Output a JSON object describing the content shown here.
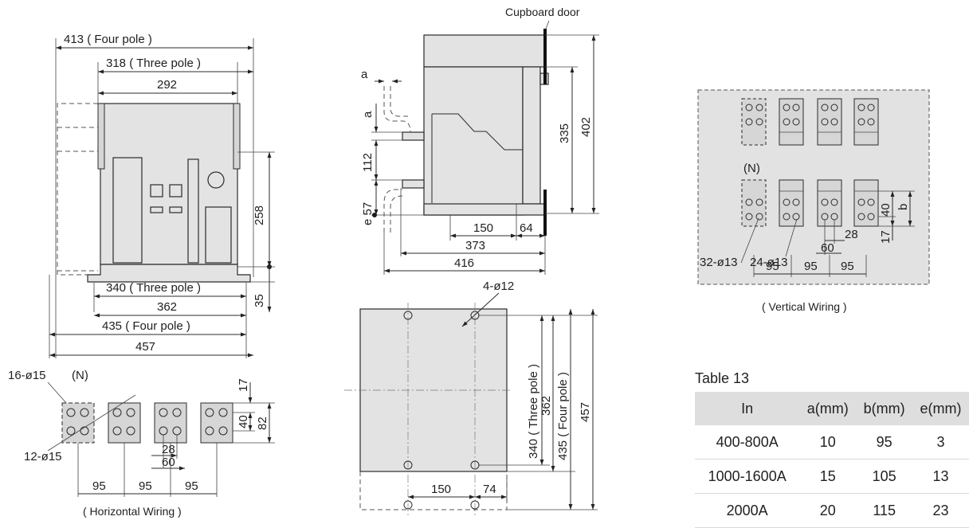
{
  "top_view": {
    "dims": {
      "w413": "413 ( Four pole )",
      "w318": "318 ( Three pole )",
      "w292": "292",
      "h258": "258",
      "h35": "35",
      "w340": "340 ( Three pole )",
      "w362": "362",
      "w435": "435 ( Four pole )",
      "w457": "457"
    }
  },
  "side_view": {
    "door_label": "Cupboard door",
    "dims": {
      "a_top": "a",
      "a_left": "a",
      "h112": "112",
      "e57": "e 57",
      "h335": "335",
      "h402": "402",
      "w150": "150",
      "w64": "64",
      "w373": "373",
      "w416": "416"
    }
  },
  "horizontal_wiring": {
    "caption": "( Horizontal Wiring )",
    "labels": {
      "holes16": "16-ø15",
      "holes12": "12-ø15",
      "neutral": "(N)",
      "d17": "17",
      "d40": "40",
      "d82": "82",
      "d28": "28",
      "d60": "60",
      "p1": "95",
      "p2": "95",
      "p3": "95"
    }
  },
  "mounting": {
    "labels": {
      "holes": "4-ø12",
      "h340": "340 ( Three pole )",
      "h362": "362",
      "h435": "435 ( Four pole )",
      "h457": "457",
      "w150": "150",
      "w74": "74"
    }
  },
  "vertical_wiring": {
    "caption": "( Vertical Wiring )",
    "labels": {
      "neutral": "(N)",
      "holes32": "32-ø13",
      "holes24": "24-ø13",
      "d40": "40",
      "b": "b",
      "d17": "17",
      "d28": "28",
      "d60": "60",
      "p1": "95",
      "p2": "95",
      "p3": "95"
    }
  },
  "table": {
    "title": "Table 13",
    "headers": [
      "In",
      "a(mm)",
      "b(mm)",
      "e(mm)"
    ],
    "rows": [
      [
        "400-800A",
        "10",
        "95",
        "3"
      ],
      [
        "1000-1600A",
        "15",
        "105",
        "13"
      ],
      [
        "2000A",
        "20",
        "115",
        "23"
      ]
    ]
  }
}
